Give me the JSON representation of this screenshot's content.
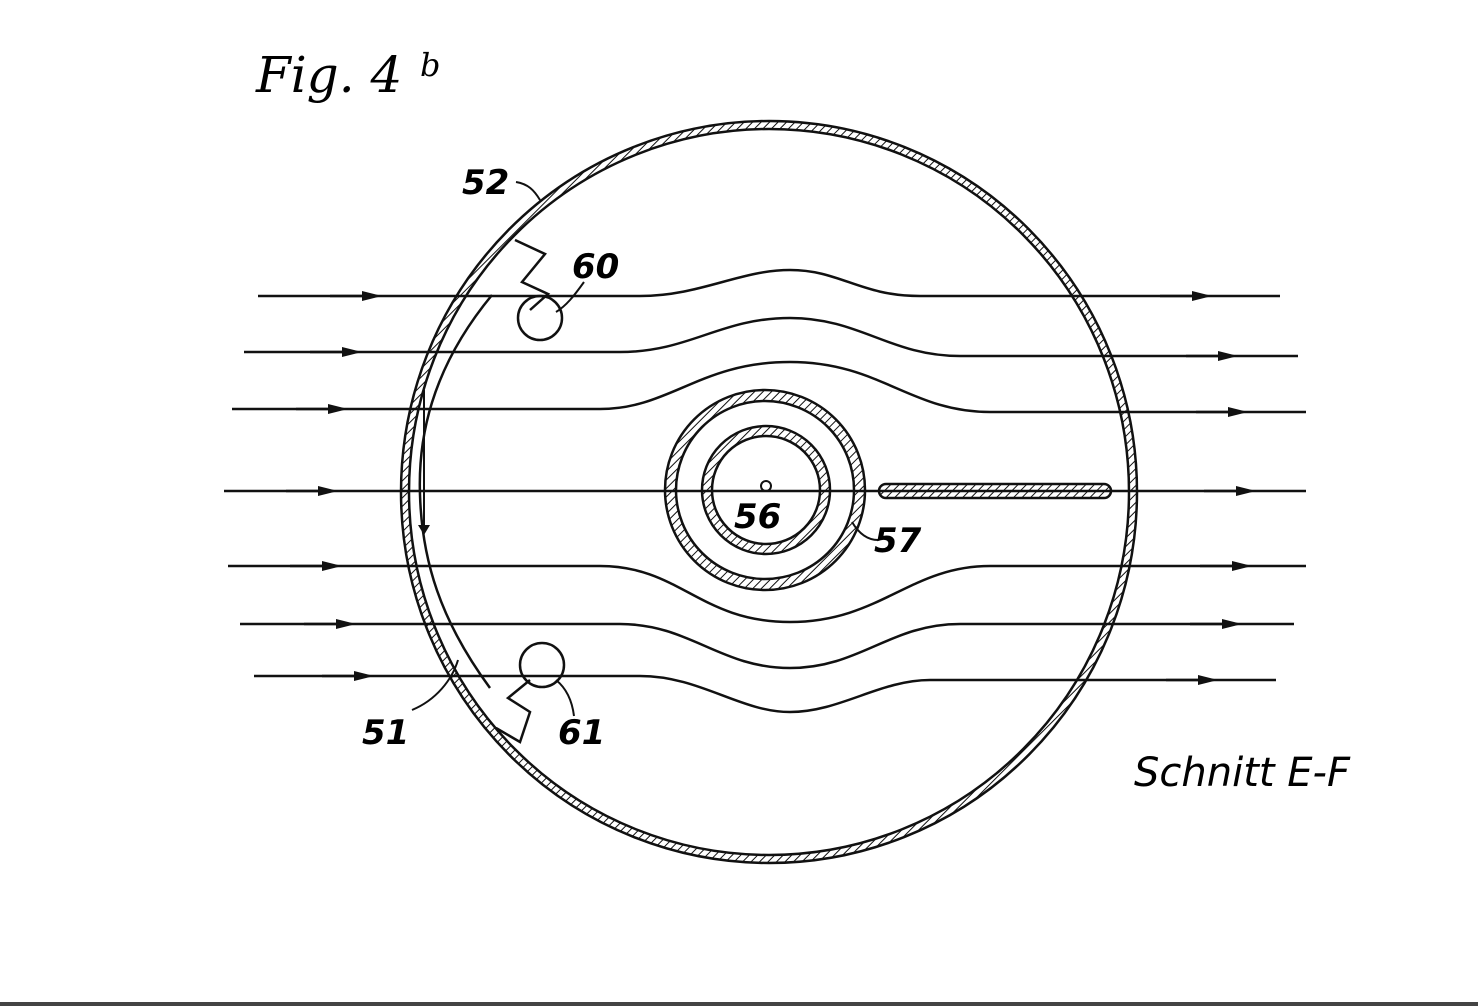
{
  "figure": {
    "title": "Fig. 4",
    "title_superscript": "b",
    "section_label": "Schnitt E-F"
  },
  "labels": {
    "ref_52": "52",
    "ref_60": "60",
    "ref_56": "56",
    "ref_57": "57",
    "ref_51": "51",
    "ref_61": "61"
  },
  "colors": {
    "ink": "#111111",
    "paper": "#ffffff",
    "frame": "#444444"
  }
}
